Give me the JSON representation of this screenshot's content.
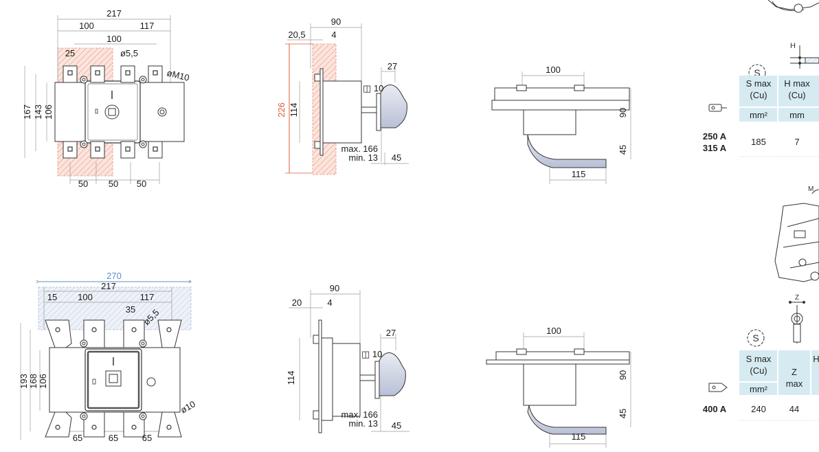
{
  "top": {
    "front": {
      "overall_width": "217",
      "pole_left": "100",
      "pole_right": "117",
      "pole_mid": "100",
      "small_25": "25",
      "hole": "ø5,5",
      "bolt": "øM10",
      "h1": "167",
      "h2": "143",
      "h3": "106",
      "pitch1": "50",
      "pitch2": "50",
      "pitch3": "50"
    },
    "side": {
      "depth": "90",
      "offset": "20,5",
      "plate": "4",
      "height_red": "226",
      "inner": "114",
      "shaft_sq": "◫ 10",
      "handle_w": "27",
      "max_label": "max. 166",
      "min_label": "min. 13",
      "handle_len": "45"
    },
    "handle": {
      "w": "100",
      "h": "90",
      "h2": "45",
      "len": "115"
    }
  },
  "bottom": {
    "front": {
      "overall_blue": "270",
      "overall_width": "217",
      "left_15": "15",
      "pole_left": "100",
      "pole_right": "117",
      "small_35": "35",
      "hole": "ø5,5",
      "bolt": "ø10",
      "h1": "193",
      "h2": "168",
      "h3": "106",
      "pitch1": "65",
      "pitch2": "65",
      "pitch3": "65"
    },
    "side": {
      "depth": "90",
      "offset": "20",
      "plate": "4",
      "inner": "114",
      "shaft_sq": "◫ 10",
      "handle_w": "27",
      "max_label": "max. 166",
      "min_label": "min. 13",
      "handle_len": "45"
    },
    "handle": {
      "w": "100",
      "h": "90",
      "h2": "45",
      "len": "115"
    }
  },
  "table_top": {
    "symbol_h": "H",
    "col1_line1": "S max",
    "col1_line2": "(Cu)",
    "col2_line1": "H max",
    "col2_line2": "(Cu)",
    "unit1": "mm²",
    "unit2": "mm",
    "row_label1": "250 A",
    "row_label2": "315 A",
    "s_val": "185",
    "h_val": "7"
  },
  "table_bottom": {
    "symbol_z": "Z",
    "col1_line1": "S max",
    "col1_line2": "(Cu)",
    "col2_line1": "Z",
    "col2_line2": "max",
    "col3_partial": "H",
    "unit1": "mm²",
    "row_label": "400 A",
    "s_val": "240",
    "z_val": "44"
  },
  "colors": {
    "red": "#e05a3a",
    "blue": "#5b8fc9",
    "table_header_bg": "#d6ebf1",
    "hatch_red": "#f3c2b4",
    "hatch_blue": "#c8d6e8"
  }
}
